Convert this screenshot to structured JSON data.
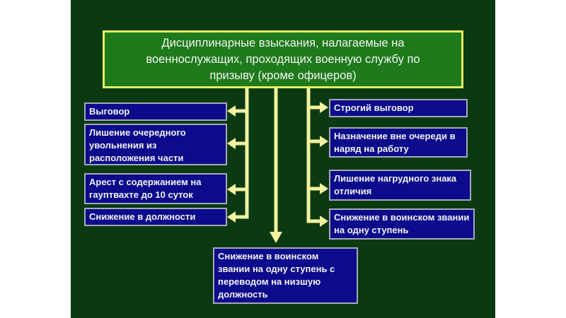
{
  "title": "Дисциплинарные взыскания, налагаемые на военнослужащих, проходящих военную службу по призыву (кроме офицеров)",
  "left_items": [
    "Выговор",
    "Лишение очередного увольнения из расположения части",
    "Арест с содержанием на гауптвахте до 10 суток",
    "Снижение в должности"
  ],
  "right_items": [
    "Строгий выговор",
    "Назначение вне очереди в наряд на работу",
    "Лишение нагрудного знака отличия",
    "Снижение в воинском звании на одну ступень"
  ],
  "bottom_item": "Снижение в воинском звании на одну ступень с переводом на низшую должность",
  "colors": {
    "background": "#0b3a12",
    "title_fill": "#1f7a1c",
    "title_border": "#e4ef62",
    "box_fill": "#0b0b8c",
    "connector": "#f2f2a0"
  }
}
